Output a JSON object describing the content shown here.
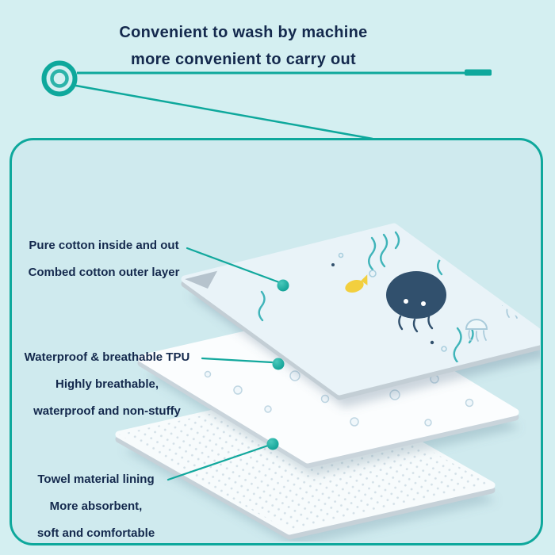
{
  "header": {
    "title_line1": "Convenient to wash by machine",
    "title_line2": "more convenient to carry out"
  },
  "annotations": [
    {
      "line1": "Pure cotton inside and out",
      "line2": "Combed cotton outer layer"
    },
    {
      "line1": "Waterproof & breathable TPU",
      "line2": "Highly breathable,",
      "line3": "waterproof and non-stuffy"
    },
    {
      "line1": "Towel material lining",
      "line2": "More absorbent,",
      "line3": "soft and comfortable"
    }
  ],
  "icons": {
    "ring": "double-ring-bullet",
    "marker": "teal-dot-marker"
  },
  "colors": {
    "accent_teal": "#0ea89c",
    "text_navy": "#14294d",
    "page_background": "#d4eff1",
    "panel_background": "#cfeaee",
    "jellyfish_navy": "#31506d",
    "fish_yellow": "#f2cf3e"
  }
}
